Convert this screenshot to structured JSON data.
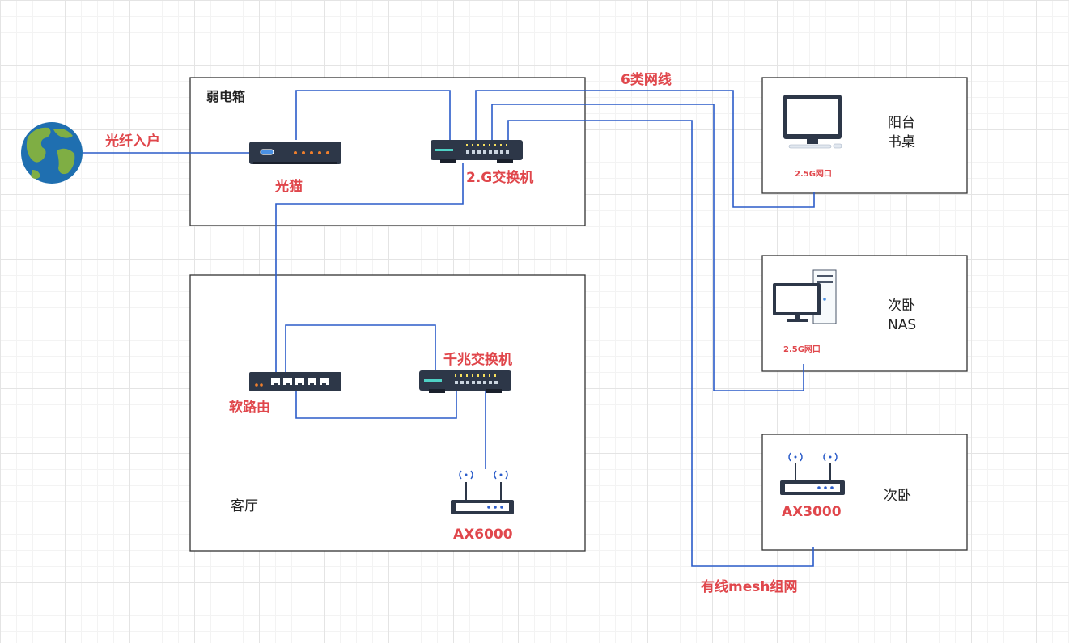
{
  "labels": {
    "fiber_in": "光纤入户",
    "weak_box": "弱电箱",
    "optical_modem": "光猫",
    "switch_25g": "2.G交换机",
    "cat6": "6类网线",
    "balcony_line1": "阳台",
    "balcony_line2": "书桌",
    "port_25g_a": "2.5G网口",
    "bedroom_nas_line1": "次卧",
    "bedroom_nas_line2": "NAS",
    "port_25g_b": "2.5G网口",
    "bedroom": "次卧",
    "ax3000": "AX3000",
    "mesh": "有线mesh组网",
    "living_room": "客厅",
    "soft_router": "软路由",
    "gigabit_switch": "千兆交换机",
    "ax6000": "AX6000"
  },
  "icons": {
    "globe": "globe-icon",
    "modem": "optical-modem-icon",
    "switch_25g": "switch-icon",
    "monitor": "desktop-monitor-icon",
    "pc": "pc-tower-icon",
    "router_ax3000": "wifi-router-icon",
    "soft_router": "soft-router-icon",
    "gigabit_switch": "switch-icon",
    "router_ax6000": "wifi-router-icon"
  },
  "colors": {
    "wire": "#2b5cc9",
    "device_dark": "#2d3748",
    "label_red": "#e0474c",
    "orange_dot": "#f07f2c",
    "globe_ocean": "#1f6fb0",
    "globe_land": "#7fae44"
  }
}
